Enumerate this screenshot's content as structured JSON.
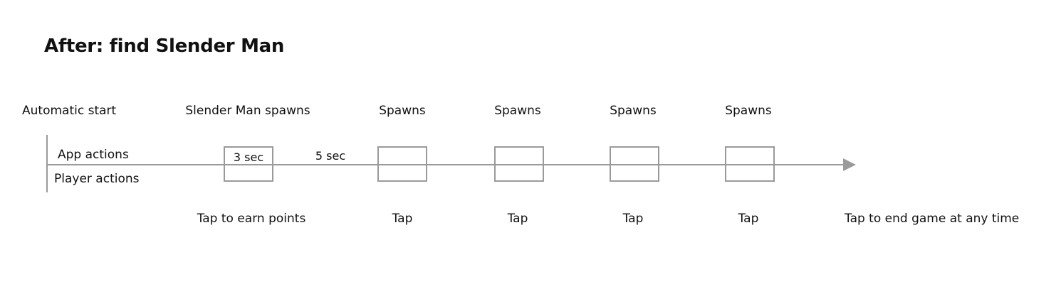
{
  "title": "After: find Slender Man",
  "top_labels": {
    "start": "Automatic start",
    "first_spawn": "Slender Man spawns",
    "spawn_1": "Spawns",
    "spawn_2": "Spawns",
    "spawn_3": "Spawns",
    "spawn_4": "Spawns"
  },
  "lanes": {
    "app": "App actions",
    "player": "Player actions"
  },
  "durations": {
    "first": "3 sec",
    "interval": "5 sec"
  },
  "bottom_labels": {
    "first_tap": "Tap to earn points",
    "tap_1": "Tap",
    "tap_2": "Tap",
    "tap_3": "Tap",
    "tap_4": "Tap",
    "end": "Tap to end game at any time"
  },
  "colors": {
    "line": "#9a9a9a",
    "text": "#111111"
  }
}
